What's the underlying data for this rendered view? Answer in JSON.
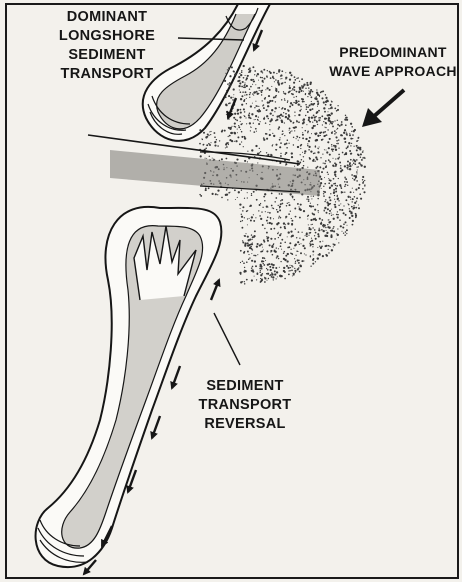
{
  "labels": {
    "longshore": [
      "DOMINANT",
      "LONGSHORE",
      "SEDIMENT",
      "TRANSPORT"
    ],
    "wave": [
      "PREDOMINANT",
      "WAVE APPROACH"
    ],
    "reversal": [
      "SEDIMENT",
      "TRANSPORT",
      "REVERSAL"
    ]
  },
  "colors": {
    "ink": "#161616",
    "paper": "#f3f1ec",
    "stipple": "#3a3a3a"
  },
  "icons": {
    "transport-arrow": "arrow-icon",
    "wave-arrow": "wave-direction-arrow-icon"
  }
}
